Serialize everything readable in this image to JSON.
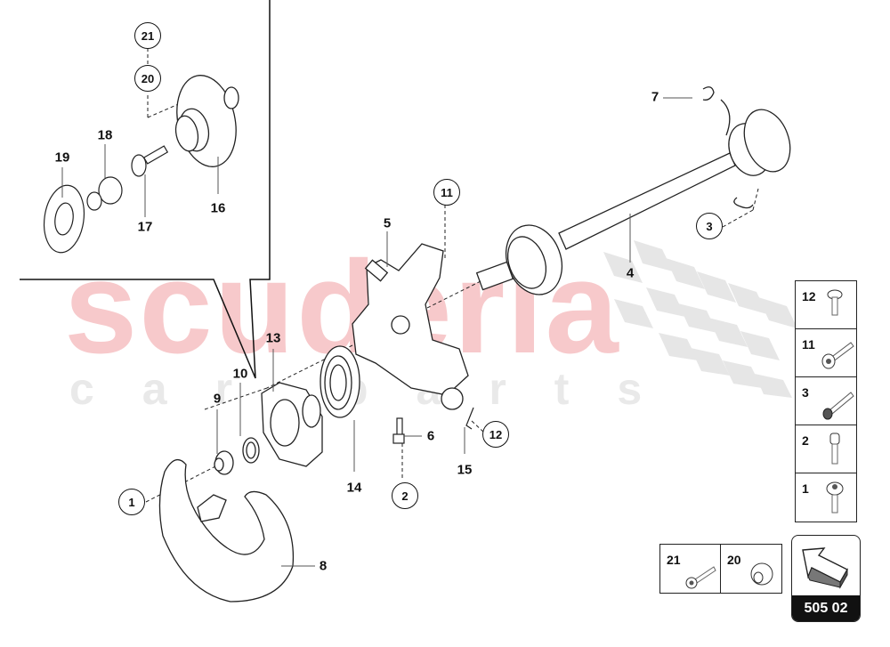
{
  "diagram": {
    "type": "exploded-parts-diagram",
    "subject": "Rear wheel hub, wheel bearing, steering knuckle and drive shaft assembly",
    "page_code": "505 02",
    "watermark": {
      "main": "scuderia",
      "sub": "car parts",
      "main_color": "#f7c9cb",
      "sub_color": "#e9e9e9"
    }
  },
  "labels": {
    "p1": "1",
    "p2": "2",
    "p3": "3",
    "p4": "4",
    "p5": "5",
    "p6": "6",
    "p7": "7",
    "p8": "8",
    "p9": "9",
    "p10": "10",
    "p11": "11",
    "p12": "12",
    "p13": "13",
    "p14": "14",
    "p15": "15",
    "p16": "16",
    "p17": "17",
    "p18": "18",
    "p19": "19",
    "p20": "20",
    "p21": "21"
  },
  "callouts_circled": [
    "21",
    "20",
    "11",
    "3",
    "12",
    "2",
    "1"
  ],
  "legend_vertical": [
    {
      "num": "12",
      "icon": "button-head-bolt-icon"
    },
    {
      "num": "11",
      "icon": "flange-bolt-icon"
    },
    {
      "num": "3",
      "icon": "socket-cap-long-bolt-icon"
    },
    {
      "num": "2",
      "icon": "socket-cap-bolt-icon"
    },
    {
      "num": "1",
      "icon": "button-head-bolt-icon"
    }
  ],
  "legend_horizontal": [
    {
      "num": "21",
      "icon": "socket-cap-bolt-icon"
    },
    {
      "num": "20",
      "icon": "collar-nut-icon"
    }
  ],
  "navigation": {
    "code": "505 02",
    "icon": "arrow-up-left-icon"
  },
  "colors": {
    "line": "#111111",
    "checker": "#e6e6e6",
    "badge_bg": "#111111",
    "badge_text": "#ffffff"
  }
}
